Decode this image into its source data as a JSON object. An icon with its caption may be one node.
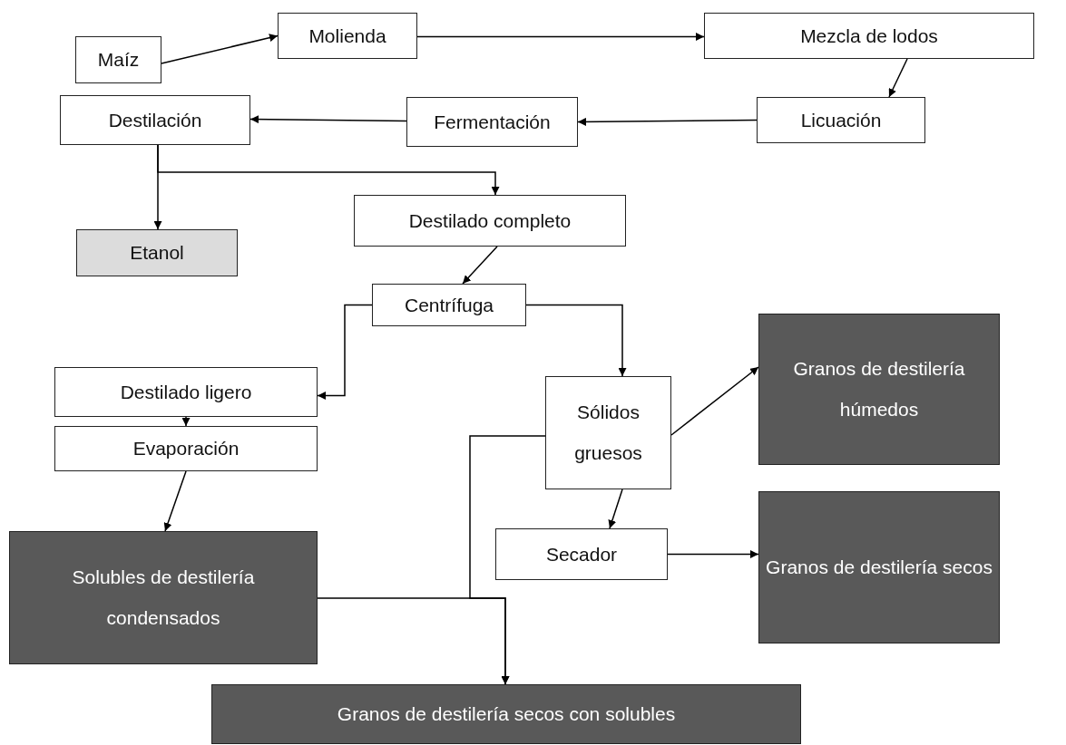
{
  "diagram": {
    "nodes": [
      {
        "text": [
          "Maíz"
        ]
      },
      {
        "text": [
          "Molienda"
        ]
      },
      {
        "text": [
          "Mezcla de lodos"
        ]
      },
      {
        "text": [
          "Licuación"
        ]
      },
      {
        "text": [
          "Fermentación"
        ]
      },
      {
        "text": [
          "Destilación"
        ]
      },
      {
        "text": [
          "Etanol"
        ]
      },
      {
        "text": [
          "Destilado completo"
        ]
      },
      {
        "text": [
          "Centrífuga"
        ]
      },
      {
        "text": [
          "Destilado ligero"
        ]
      },
      {
        "text": [
          "Sólidos gruesos"
        ]
      },
      {
        "text": [
          "Granos de destilería húmedos"
        ]
      },
      {
        "text": [
          "Evaporación"
        ]
      },
      {
        "text": [
          "Secador"
        ]
      },
      {
        "text": [
          "Granos de destilería secos"
        ]
      },
      {
        "text": [
          "Solubles de destilería condensados"
        ]
      },
      {
        "text": [
          "Granos de destilería secos con solubles"
        ]
      }
    ],
    "edges": [
      {
        "from": 0,
        "to": 1,
        "arrow": "to"
      },
      {
        "from": 1,
        "to": 2,
        "arrow": "to"
      },
      {
        "from": 2,
        "to": 3,
        "arrow": "to"
      },
      {
        "from": 3,
        "to": 4,
        "arrow": "to"
      },
      {
        "from": 4,
        "to": 5,
        "arrow": "to"
      },
      {
        "from": 5,
        "to": 6,
        "arrow": "to"
      },
      {
        "from": 5,
        "to": 7,
        "arrow": "to"
      },
      {
        "from": 7,
        "to": 8,
        "arrow": "to"
      },
      {
        "from": 8,
        "to": 9,
        "arrow": "to"
      },
      {
        "from": 8,
        "to": 10,
        "arrow": "to"
      },
      {
        "from": 9,
        "to": 12,
        "arrow": "to"
      },
      {
        "from": 12,
        "to": 15,
        "arrow": "to"
      },
      {
        "from": 10,
        "to": 11,
        "arrow": "to"
      },
      {
        "from": 10,
        "to": 13,
        "arrow": "to"
      },
      {
        "from": 13,
        "to": 14,
        "arrow": "to"
      },
      {
        "from": 15,
        "to": 16,
        "arrow": "to"
      },
      {
        "from": 10,
        "to": 16,
        "arrow": "to"
      }
    ]
  }
}
